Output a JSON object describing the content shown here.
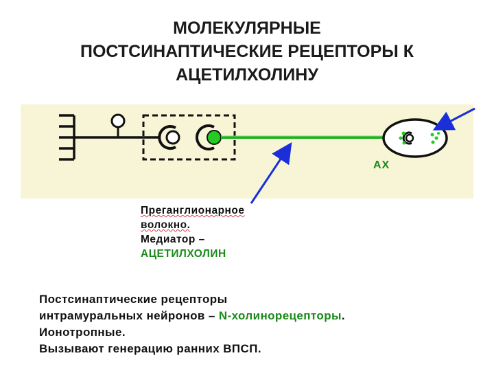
{
  "title": {
    "line1": "МОЛЕКУЛЯРНЫЕ",
    "line2": "ПОСТСИНАПТИЧЕСКИЕ РЕЦЕПТОРЫ К",
    "line3": "АЦЕТИЛХОЛИНУ"
  },
  "diagram": {
    "ax_label": "АХ",
    "panel_color": "#f7f5d6",
    "fiber_color": "#22b022",
    "arrow_color": "#1a2fd8"
  },
  "caption": {
    "line1": "Преганглионарное",
    "line2": "волокно.",
    "line3": "Медиатор –",
    "line4": "АЦЕТИЛХОЛИН"
  },
  "description": {
    "line1": "Постсинаптические рецепторы",
    "line2_prefix": "интрамуральных нейронов – ",
    "line2_highlight": "N-холинорецепторы",
    "line2_suffix": ".",
    "line3": "Ионотропные.",
    "line4": "Вызывают генерацию ранних ВПСП."
  }
}
